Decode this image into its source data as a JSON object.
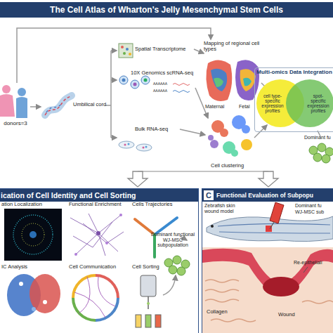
{
  "diagram": {
    "title": "The Cell Atlas of Wharton's Jelly Mesenchymal Stem Cells",
    "nodes": [
      {
        "text": [
          "Multi-omics Data Integration"
        ]
      },
      {
        "text": [
          "cell type-specific expression profiles"
        ],
        "in": 0
      },
      {
        "text": [
          "spot-specific expression profiles"
        ],
        "in": 0
      },
      {
        "text": [
          "ication of Cell Identity and Cell Sorting"
        ]
      },
      {
        "text": [
          "C",
          "Functional Evaluation of Subpopu"
        ]
      }
    ],
    "labels": [
      "donors=3",
      "Umbilical cord",
      "Spatial Transcriptome",
      "10X Genomics scRNA-seq",
      "AAAAAA",
      "AAAAAA",
      "Bulk RNA-seq",
      "Mapping of regional cell types",
      "Maternal",
      "Fetal",
      "Cell clustering",
      "Dominant fu",
      "ation Localization",
      "Functional Enrichment",
      "Cells Trajectories",
      "IC Analysis",
      "Cell Communication",
      "Cell Sorting",
      "Dominant functional WJ-MSC subpopulation",
      "Zebrafish skin wound model",
      "Dominant fu",
      "WJ-MSC sub",
      "Re-epitheliali",
      "Collagen",
      "Wound"
    ]
  }
}
